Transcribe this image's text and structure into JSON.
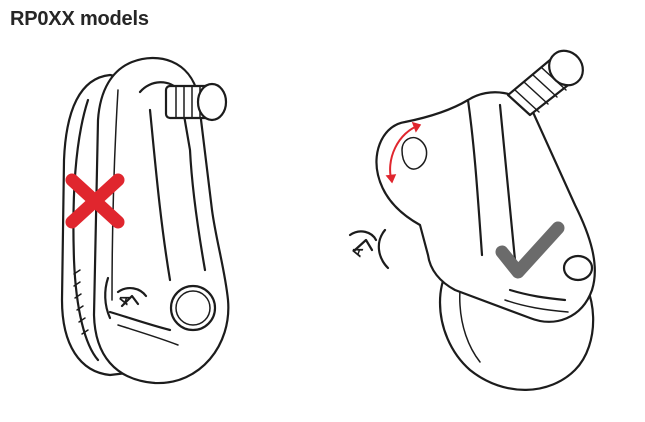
{
  "header": {
    "title": "RP0XX models"
  },
  "left_figure": {
    "mark": "cross-icon",
    "mark_color": "#e0262e",
    "label": "A"
  },
  "right_figure": {
    "mark": "check-icon",
    "mark_color": "#6b6b6b",
    "arrow_color": "#e0262e",
    "label": "A"
  }
}
